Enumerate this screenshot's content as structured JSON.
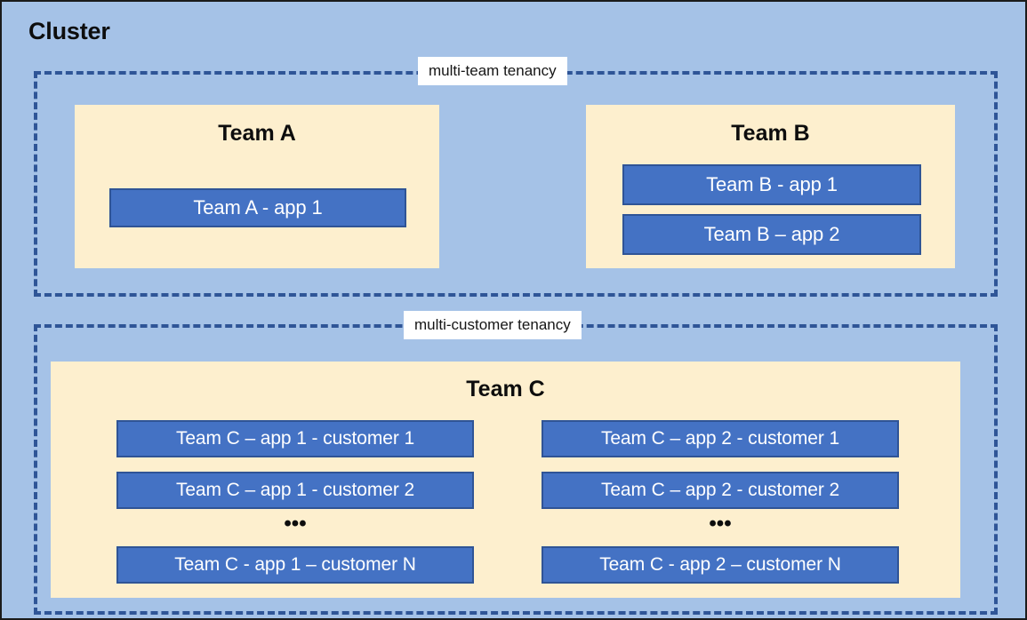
{
  "diagram": {
    "title": "Cluster",
    "background_color": "#a5c2e7",
    "panel_color": "#fdefce",
    "app_color": "#4472c4",
    "app_border_color": "#2f5496",
    "dashed_border_color": "#2f5597",
    "label_background": "#ffffff"
  },
  "groups": [
    {
      "id": "multi-team",
      "label": "multi-team tenancy",
      "teams": [
        {
          "id": "team-a",
          "title": "Team A",
          "apps": [
            {
              "id": "app-a1",
              "label": "Team A - app 1"
            }
          ]
        },
        {
          "id": "team-b",
          "title": "Team B",
          "apps": [
            {
              "id": "app-b1",
              "label": "Team B - app 1"
            },
            {
              "id": "app-b2",
              "label": "Team B – app 2"
            }
          ]
        }
      ]
    },
    {
      "id": "multi-customer",
      "label": "multi-customer tenancy",
      "teams": [
        {
          "id": "team-c",
          "title": "Team C",
          "columns": [
            {
              "id": "team-c-app-1",
              "ellipsis": "•••",
              "apps": [
                {
                  "id": "app-c1-cust1",
                  "label": "Team C – app 1 - customer 1"
                },
                {
                  "id": "app-c1-cust2",
                  "label": "Team C – app 1 - customer 2"
                },
                {
                  "id": "app-c1-custN",
                  "label": "Team C - app 1 – customer N"
                }
              ]
            },
            {
              "id": "team-c-app-2",
              "ellipsis": "•••",
              "apps": [
                {
                  "id": "app-c2-cust1",
                  "label": "Team C – app 2 - customer 1"
                },
                {
                  "id": "app-c2-cust2",
                  "label": "Team C – app 2 - customer 2"
                },
                {
                  "id": "app-c2-custN",
                  "label": "Team C - app 2 – customer N"
                }
              ]
            }
          ]
        }
      ]
    }
  ]
}
